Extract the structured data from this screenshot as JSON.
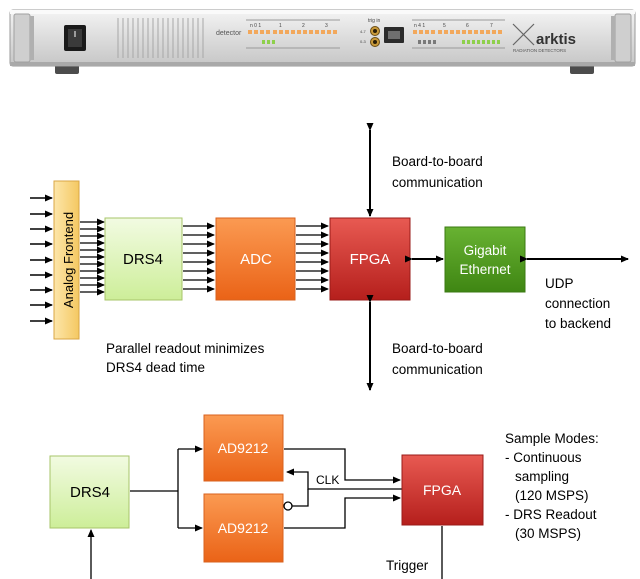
{
  "device": {
    "detector_label": "detector",
    "group_labels_left": [
      "n 0 1",
      "1",
      "2",
      "3"
    ],
    "trig_label": "trig in",
    "port_labels": [
      "4-7",
      "0-3"
    ],
    "group_labels_right": [
      "n 4 1",
      "5",
      "6",
      "7"
    ],
    "brand": "arktis",
    "brand_sub": "RADIATION DETECTORS"
  },
  "top_diagram": {
    "blocks": {
      "frontend": "Analog Frontend",
      "drs4": "DRS4",
      "adc": "ADC",
      "fpga": "FPGA",
      "gigabit": [
        "Gigabit",
        "Ethernet"
      ]
    },
    "labels": {
      "board_top": [
        "Board-to-board",
        "communication"
      ],
      "board_bottom": [
        "Board-to-board",
        "communication"
      ],
      "udp": [
        "UDP",
        "connection",
        "to backend"
      ],
      "parallel": [
        "Parallel readout minimizes",
        "DRS4 dead time"
      ]
    }
  },
  "bottom_diagram": {
    "blocks": {
      "drs4": "DRS4",
      "ad_top": "AD9212",
      "ad_bottom": "AD9212",
      "fpga": "FPGA"
    },
    "labels": {
      "clk": "CLK",
      "trigger": "Trigger",
      "modes": [
        "Sample Modes:",
        "- Continuous",
        "sampling",
        "(120 MSPS)",
        "- DRS Readout",
        "(30 MSPS)"
      ]
    }
  },
  "colors": {
    "drs4_fill": "#e4f6c4",
    "adc_fill": "#f57a2c",
    "fpga_fill": "#d8302d",
    "gigabit_fill": "#4f9a1f",
    "frontend_fill": "#fbe09a"
  }
}
